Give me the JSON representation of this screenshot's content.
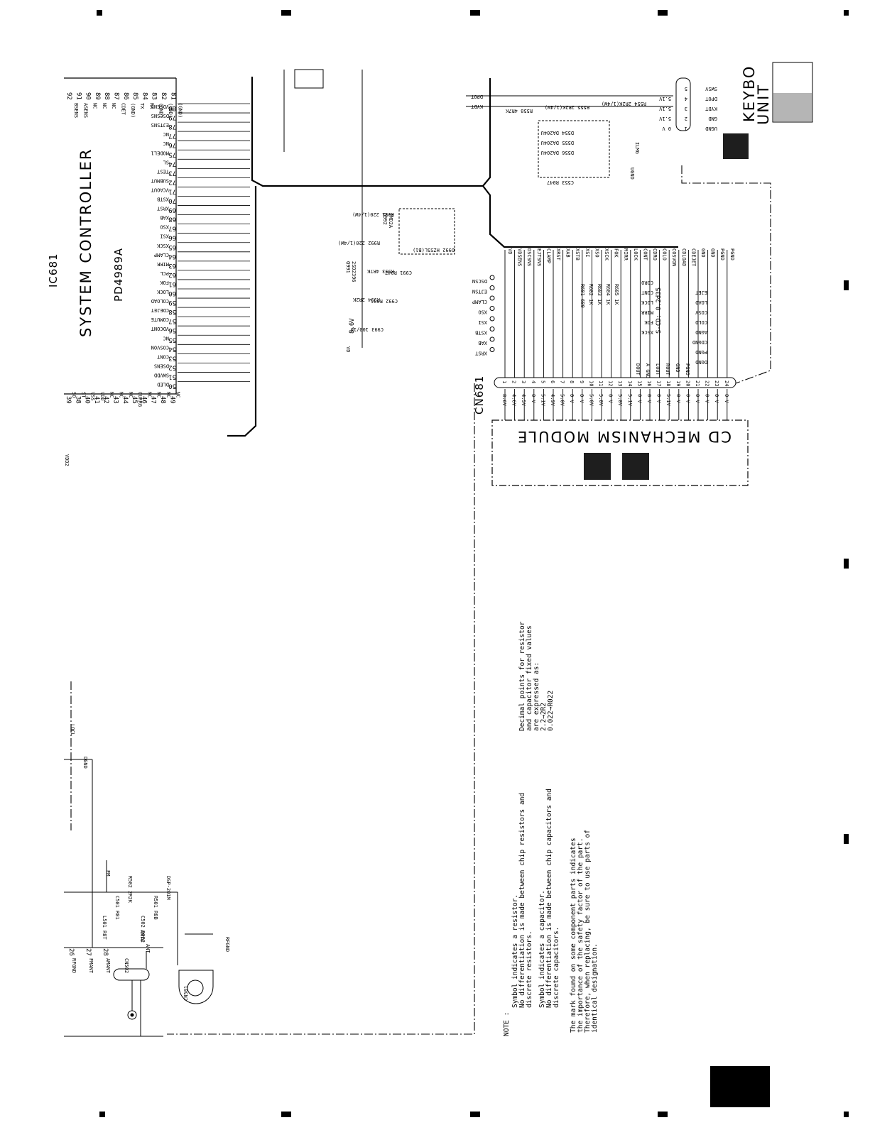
{
  "controller": {
    "title": "SYSTEM CONTROLLER",
    "part": "PD4989A",
    "top_pins": [
      {
        "num": "92",
        "name": "BSENS"
      },
      {
        "num": "91",
        "name": "ASENS"
      },
      {
        "num": "90",
        "name": "NC"
      },
      {
        "num": "89",
        "name": "NC"
      },
      {
        "num": "88",
        "name": "NC"
      },
      {
        "num": "87",
        "name": "CDET"
      },
      {
        "num": "86",
        "name": "(GND)"
      },
      {
        "num": "85",
        "name": "TX"
      },
      {
        "num": "84",
        "name": "RX"
      },
      {
        "num": "83",
        "name": "(GND)"
      },
      {
        "num": "82",
        "name": "(VDD)"
      },
      {
        "num": "81",
        "name": "(GND)"
      }
    ],
    "left_pins": [
      {
        "num": "80",
        "name": "VDSENS"
      },
      {
        "num": "79",
        "name": "DSCSNS"
      },
      {
        "num": "78",
        "name": "EJTSNS"
      },
      {
        "num": "77",
        "name": "NC"
      },
      {
        "num": "76",
        "name": "NC"
      },
      {
        "num": "75",
        "name": "MODEL1"
      },
      {
        "num": "74",
        "name": "SL"
      },
      {
        "num": "73",
        "name": "TEST"
      },
      {
        "num": "72",
        "name": "SUBMUT"
      },
      {
        "num": "71",
        "name": "VCAOUT"
      },
      {
        "num": "70",
        "name": "XSTB"
      },
      {
        "num": "69",
        "name": "XRST"
      },
      {
        "num": "68",
        "name": "XAB"
      },
      {
        "num": "67",
        "name": "XSO"
      },
      {
        "num": "66",
        "name": "XSI"
      },
      {
        "num": "65",
        "name": "XSCK"
      },
      {
        "num": "64",
        "name": "CLAMP"
      },
      {
        "num": "63",
        "name": "MIRR"
      },
      {
        "num": "62",
        "name": "PCL"
      },
      {
        "num": "61",
        "name": "FOK"
      },
      {
        "num": "60",
        "name": "LOCK"
      },
      {
        "num": "59",
        "name": "COLOAD"
      },
      {
        "num": "58",
        "name": "CDEJET"
      },
      {
        "num": "57",
        "name": "COMUTE"
      },
      {
        "num": "56",
        "name": "VDCONT"
      },
      {
        "num": "55",
        "name": "NC"
      },
      {
        "num": "54",
        "name": "COSVON"
      },
      {
        "num": "53",
        "name": "CONT"
      },
      {
        "num": "52",
        "name": "DSENS"
      },
      {
        "num": "51",
        "name": "SWVDD"
      },
      {
        "num": "50",
        "name": "DLED"
      }
    ],
    "bottom_pins": [
      {
        "num": "39",
        "name": "SO"
      },
      {
        "num": "38",
        "name": "ST"
      },
      {
        "num": "40",
        "name": "VSS"
      },
      {
        "num": "41",
        "name": "VDD"
      },
      {
        "num": "42",
        "name": "NC"
      },
      {
        "num": "43",
        "name": "NC"
      },
      {
        "num": "44",
        "name": "NC"
      },
      {
        "num": "45",
        "name": "CURRG"
      },
      {
        "num": "46",
        "name": "NC"
      },
      {
        "num": "47",
        "name": "NC"
      },
      {
        "num": "48",
        "name": "NC"
      },
      {
        "num": "49",
        "name": "NC"
      }
    ]
  },
  "connector": {
    "name": "CN681",
    "pins": [
      {
        "num": "1",
        "volt": "8.6V",
        "sig": "VD"
      },
      {
        "num": "2",
        "volt": "4.6V",
        "sig": "VDSENS"
      },
      {
        "num": "3",
        "volt": "4.5V",
        "sig": "DSCSNS"
      },
      {
        "num": "4",
        "volt": "0 V",
        "sig": "EJTSNS"
      },
      {
        "num": "5",
        "volt": "5.1V",
        "sig": "CLAMP"
      },
      {
        "num": "6",
        "volt": "4.9V",
        "sig": "XRST"
      },
      {
        "num": "7",
        "volt": "5.0V",
        "sig": "XAB"
      },
      {
        "num": "8",
        "volt": "0 V",
        "sig": "XSTB"
      },
      {
        "num": "9",
        "volt": "0 V",
        "sig": "XSI"
      },
      {
        "num": "10",
        "volt": "5.0V",
        "sig": "XSO"
      },
      {
        "num": "11",
        "volt": "5.0V",
        "sig": "XSCK"
      },
      {
        "num": "12",
        "volt": "0 V",
        "sig": "FOK"
      },
      {
        "num": "13",
        "volt": "5.0V",
        "sig": "MIRR"
      },
      {
        "num": "14",
        "volt": "5.1V",
        "sig": "LOCK"
      },
      {
        "num": "15",
        "volt": "0 V",
        "sig": "CONT"
      },
      {
        "num": "16",
        "volt": "0 V",
        "sig": "CDRO"
      },
      {
        "num": "17",
        "volt": "0 V",
        "sig": "COLO"
      },
      {
        "num": "18",
        "volt": "5.1V",
        "sig": "COSVON"
      },
      {
        "num": "19",
        "volt": "0 V",
        "sig": "CDLOAD"
      },
      {
        "num": "20",
        "volt": "0 V",
        "sig": "CDEJET"
      },
      {
        "num": "21",
        "volt": "0 V",
        "sig": "GND"
      },
      {
        "num": "22",
        "volt": "0 V",
        "sig": "GND"
      },
      {
        "num": "23",
        "volt": "0 V",
        "sig": "PGND"
      },
      {
        "num": "24",
        "volt": "0 V",
        "sig": "PGND"
      }
    ],
    "extra_labels": [
      "DOUT",
      "A GND",
      "LOUT",
      "ROUT",
      "GND",
      "PGND"
    ]
  },
  "module": {
    "title": "CD MECHANISM MODULE"
  },
  "keyboard": {
    "title_line1": "KEYBO",
    "title_line2": "UNIT",
    "pins": [
      {
        "num": "5",
        "name": "SWSV",
        "volt": ""
      },
      {
        "num": "4",
        "name": "DPOT",
        "volt": "5.1V"
      },
      {
        "num": "3",
        "name": "KYDT",
        "volt": "5.1V"
      },
      {
        "num": "2",
        "name": "GND",
        "volt": "5.1V"
      },
      {
        "num": "1",
        "name": "UGND",
        "volt": "0 V"
      }
    ],
    "signals": [
      "DPOT",
      "KYDT"
    ],
    "resistors": [
      "R558 4R7K",
      "R555 2R2K(1/4W)",
      "R554 2R2K(1/4W)"
    ],
    "diodes": [
      "D554 DA204U",
      "D555 DA204U",
      "D556 DA204U"
    ],
    "cap": "C553 R047",
    "aux": [
      "ILMG",
      "UGND"
    ]
  },
  "mid_parts": {
    "q_top": "Q992",
    "q_top_part": "IMD2A",
    "q_left": "Q991",
    "q_left_part": "2SD2396",
    "resistors": [
      "R991 220(1/4W)",
      "R992 220(1/4W)",
      "R993 4R7K",
      "R994 2R2K"
    ],
    "caps": [
      "C991 R047",
      "C992 R001",
      "C993 100/10"
    ],
    "diode": "D992 HZS5L(B1)",
    "vd": "8.6V",
    "vd_node": "VD",
    "test_points": [
      "DSCSN",
      "EJTSN",
      "CLAMP",
      "XSO",
      "XSI",
      "XSTB",
      "XAB",
      "XRST"
    ],
    "right_points": [
      "CDRO",
      "CONT",
      "LOCK",
      "MIRR",
      "FOK",
      "XSCK"
    ],
    "cd_points": [
      "EJET",
      "LOAD",
      "COSV",
      "COLO",
      "AGND",
      "CDGND",
      "PGND",
      "DGND"
    ],
    "resistor_bank": [
      "R681 680",
      "R682 1K",
      "R683 1K",
      "R684 1K",
      "R685 1K"
    ],
    "scd_tag": "S-CD: 0.2d35"
  },
  "rf": {
    "pins": [
      {
        "num": "26",
        "name": "RFGND"
      },
      {
        "num": "27",
        "name": "FMANT"
      },
      {
        "num": "28",
        "name": "AMANT"
      }
    ],
    "conn_top": "CN502",
    "conn_bot": "CN501",
    "parts": [
      "L501 R8T",
      "C501 R01",
      "R502 2R2K",
      "C502 R022",
      "R501 R8B",
      "DSP-201M"
    ],
    "ant": "ANT",
    "antg": "ANTG",
    "rfgnd": "RFGND",
    "dgnd": "DGND",
    "local": "LOCL",
    "vdd2": "VDD2",
    "fm": "FM"
  },
  "notes": {
    "heading": "NOTE :",
    "resistor_lines": [
      "Symbol indicates a resistor.",
      "No differentiation is made between chip resistors and",
      "discrete resistors."
    ],
    "capacitor_lines": [
      "Symbol indicates a capacitor.",
      "No differentiation is made between chip capacitors and",
      "discrete capacitors."
    ],
    "safety_lines": [
      "The mark found on some component parts indicates",
      "the importance of the safety factor of the part.",
      "Therefore, when replacing, be sure to use parts of",
      "identical designation."
    ],
    "decimal_lines": [
      "Decimal points for resistor",
      "and capacitor fixed values",
      "are expressed as:",
      "2.2→2R2",
      "0.022→R022"
    ]
  },
  "top_left_header": "IC681"
}
